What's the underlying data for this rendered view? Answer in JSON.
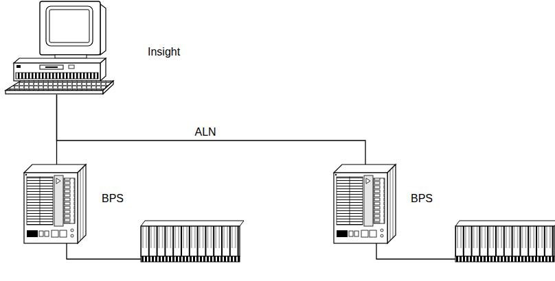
{
  "diagram": {
    "nodes": [
      {
        "text": [
          "Insight"
        ]
      },
      {
        "text": [
          "BPS"
        ]
      },
      {
        "text": [
          "BPS"
        ]
      }
    ],
    "edges": [
      {
        "from": 0,
        "to": 1,
        "arrow": "none"
      },
      {
        "from": 0,
        "to": 2,
        "arrow": "none",
        "label": "ALN"
      }
    ]
  }
}
